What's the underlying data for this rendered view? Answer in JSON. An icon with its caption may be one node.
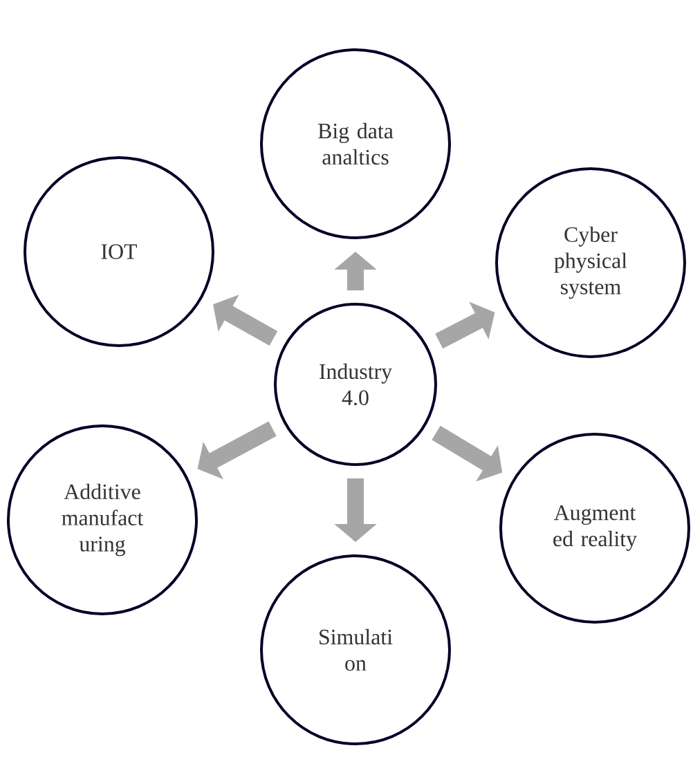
{
  "diagram": {
    "nodes": [
      {
        "text": [
          "Big data analtics"
        ]
      },
      {
        "text": [
          "IOT"
        ]
      },
      {
        "text": [
          "Cyber physical system"
        ]
      },
      {
        "text": [
          "Industry 4.0"
        ]
      },
      {
        "text": [
          "Additive manufact uring"
        ]
      },
      {
        "text": [
          "Augment ed reality"
        ]
      },
      {
        "text": [
          "Simulati on"
        ]
      }
    ],
    "edges": [
      {
        "from": 3,
        "to": 0,
        "arrow": "to"
      },
      {
        "from": 3,
        "to": 1,
        "arrow": "to"
      },
      {
        "from": 3,
        "to": 2,
        "arrow": "to"
      },
      {
        "from": 3,
        "to": 4,
        "arrow": "to"
      },
      {
        "from": 3,
        "to": 5,
        "arrow": "to"
      },
      {
        "from": 3,
        "to": 6,
        "arrow": "to"
      }
    ]
  }
}
